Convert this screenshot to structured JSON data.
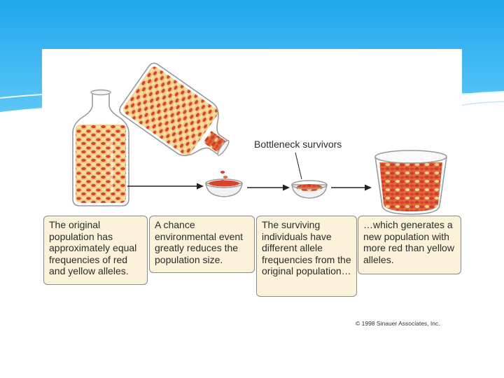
{
  "colors": {
    "banner_top": "#22aef0",
    "banner_light": "#7fd3fa",
    "caption_fill": "#fbf2d9",
    "bean_red": "#d9452a",
    "bean_yellow": "#f2d08a",
    "arrow": "#222222"
  },
  "diagram": {
    "bottleneck_label": "Bottleneck survivors",
    "captions": [
      "The original population has approximately equal frequencies of red and yellow alleles.",
      "A chance environmental event greatly reduces the population size.",
      "The surviving individuals have different allele frequencies from the original population…",
      "…which generates a new population with more red than yellow alleles."
    ],
    "copyright": "© 1998 Sinauer Associates, Inc."
  }
}
